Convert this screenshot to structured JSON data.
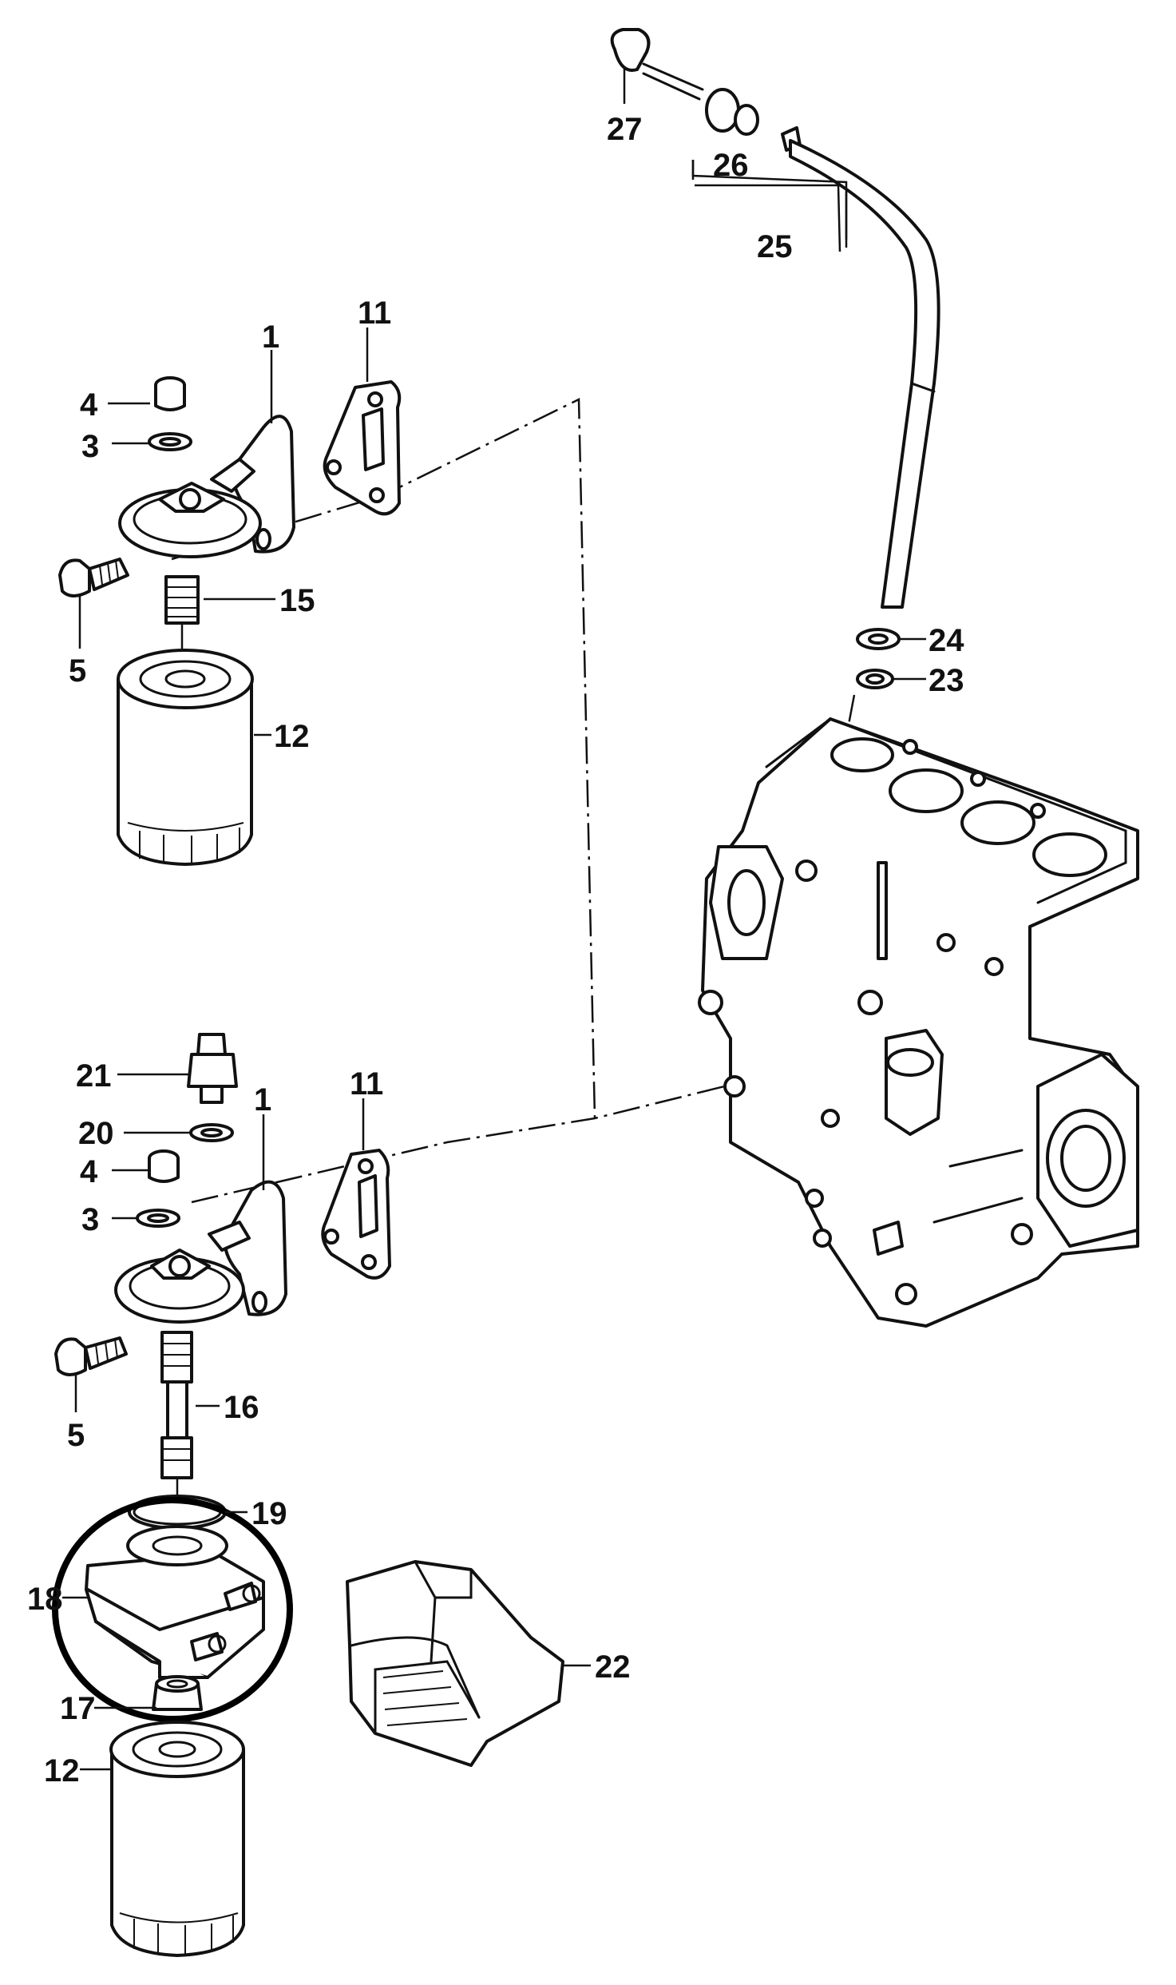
{
  "diagram": {
    "labels": {
      "p1a": "1",
      "p1b": "1",
      "p3a": "3",
      "p3b": "3",
      "p4a": "4",
      "p4b": "4",
      "p5a": "5",
      "p5b": "5",
      "p11a": "11",
      "p11b": "11",
      "p12a": "12",
      "p12b": "12",
      "p15": "15",
      "p16": "16",
      "p17": "17",
      "p18": "18",
      "p19": "19",
      "p20": "20",
      "p21": "21",
      "p22": "22",
      "p23": "23",
      "p24": "24",
      "p25": "25",
      "p26": "26",
      "p27": "27"
    },
    "highlight_color": "#000000"
  }
}
